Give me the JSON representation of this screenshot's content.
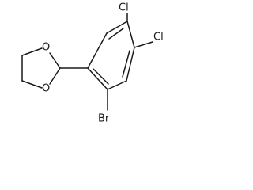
{
  "molecule": {
    "atoms": {
      "cl_top": "Cl",
      "cl_right": "Cl",
      "br": "Br",
      "o_upper": "O",
      "o_lower": "O"
    }
  },
  "colors": {
    "bond": "#1a1a1a",
    "text": "#1a1a1a",
    "background": "#ffffff"
  }
}
